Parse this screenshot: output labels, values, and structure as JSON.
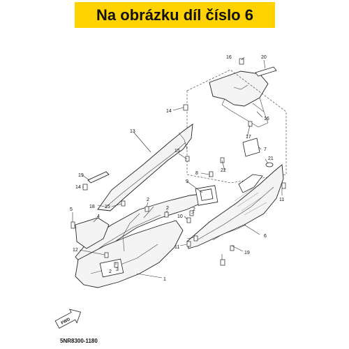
{
  "banner": {
    "title": "Na obrázku díl číslo 6",
    "color": "#ffd200"
  },
  "diagram": {
    "part_numbers": [
      "1",
      "2",
      "3",
      "4",
      "5",
      "6",
      "7",
      "8",
      "9",
      "10",
      "11",
      "12",
      "13",
      "14",
      "15",
      "16",
      "17",
      "18",
      "19",
      "20",
      "21",
      "22"
    ],
    "labels": {
      "p1": "1",
      "p2a": "2",
      "p2b": "2",
      "p2c": "2",
      "p2d": "2",
      "p3": "3",
      "p4": "4",
      "p5": "5",
      "p6": "6",
      "p7": "7",
      "p8": "8",
      "p9": "9",
      "p10": "10",
      "p11a": "11",
      "p11b": "11",
      "p12": "12",
      "p13": "13",
      "p14a": "14",
      "p14b": "14",
      "p15a": "15",
      "p15b": "15",
      "p16a": "16",
      "p16b": "16",
      "p17": "17",
      "p18": "18",
      "p19a": "19",
      "p19b": "19",
      "p20": "20",
      "p21": "21",
      "p22": "22"
    },
    "fwd_label": "FWD",
    "diagram_code": "5NR8300-1180"
  }
}
